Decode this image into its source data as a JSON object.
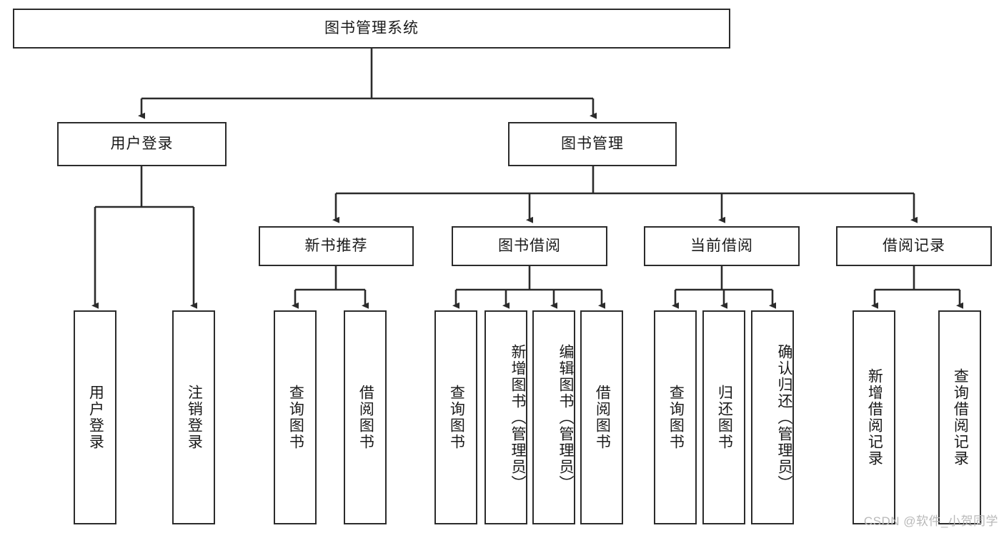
{
  "diagram": {
    "title": "图书管理系统",
    "type": "hierarchy-tree",
    "watermark": "CSDN @软件_小贺同学",
    "colors": {
      "box_border": "#2b2b2b",
      "box_fill": "#ffffff",
      "connector": "#2b2b2b",
      "text": "#1a1a1a",
      "watermark": "#b9b9b9"
    },
    "root": {
      "label": "图书管理系统"
    },
    "level2": [
      {
        "label": "用户登录"
      },
      {
        "label": "图书管理"
      }
    ],
    "level3": [
      {
        "label": "新书推荐"
      },
      {
        "label": "图书借阅"
      },
      {
        "label": "当前借阅"
      },
      {
        "label": "借阅记录"
      }
    ],
    "leaves": {
      "user_login": [
        {
          "label": "用户登录"
        },
        {
          "label": "注销登录"
        }
      ],
      "new_book_recommend": [
        {
          "label": "查询图书"
        },
        {
          "label": "借阅图书"
        }
      ],
      "book_borrow": [
        {
          "label": "查询图书"
        },
        {
          "label": "新增图书（管理员）"
        },
        {
          "label": "编辑图书（管理员）"
        },
        {
          "label": "借阅图书"
        }
      ],
      "current_borrow": [
        {
          "label": "查询图书"
        },
        {
          "label": "归还图书"
        },
        {
          "label": "确认归还（管理员）"
        }
      ],
      "borrow_record": [
        {
          "label": "新增借阅记录"
        },
        {
          "label": "查询借阅记录"
        }
      ]
    }
  }
}
